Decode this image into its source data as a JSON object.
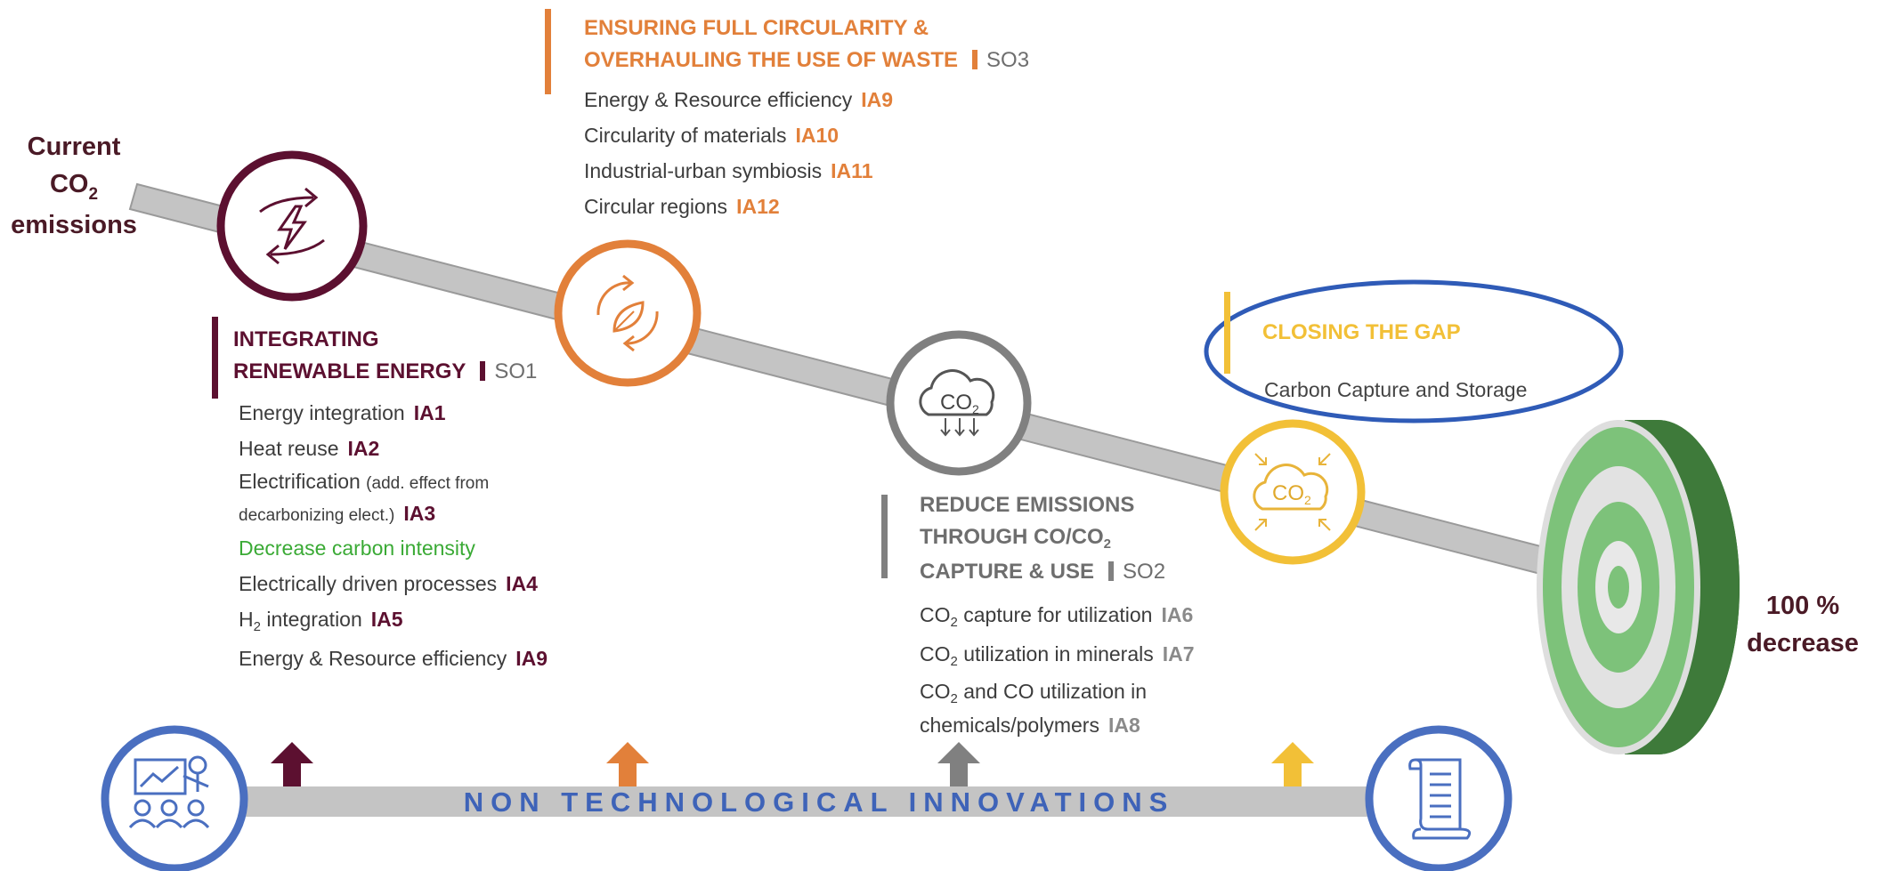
{
  "start_label": {
    "line1": "Current",
    "line2_main": "CO",
    "line2_sub": "2",
    "line3": "emissions"
  },
  "end_label": {
    "line1": "100 %",
    "line2": "decrease"
  },
  "so1": {
    "title_line1": "INTEGRATING",
    "title_line2": "RENEWABLE ENERGY",
    "code": "SO1",
    "color": "#5c1030",
    "items": [
      {
        "text": "Energy integration",
        "code": "IA1"
      },
      {
        "text": "Heat reuse",
        "code": "IA2"
      },
      {
        "text_main": "Electrification",
        "text_small": "(add. effect from",
        "text_line2": "decarbonizing elect.)",
        "code": "IA3"
      },
      {
        "text": "Decrease carbon intensity",
        "color": "#3aaa35"
      },
      {
        "text": "Electrically driven processes",
        "code": "IA4"
      },
      {
        "text_main": "H",
        "text_sub": "2",
        "text_rest": " integration",
        "code": "IA5"
      },
      {
        "text": "Energy & Resource efficiency",
        "code": "IA9"
      }
    ]
  },
  "so3": {
    "title_line1": "ENSURING FULL CIRCULARITY &",
    "title_line2": "OVERHAULING THE USE OF WASTE",
    "code": "SO3",
    "color": "#e2803a",
    "items": [
      {
        "text": "Energy & Resource efficiency",
        "code": "IA9"
      },
      {
        "text": "Circularity of materials",
        "code": "IA10"
      },
      {
        "text": "Industrial-urban symbiosis",
        "code": "IA11"
      },
      {
        "text": "Circular regions",
        "code": "IA12"
      }
    ]
  },
  "so2": {
    "title_line1": "REDUCE EMISSIONS",
    "title_line2_a": "THROUGH CO/CO",
    "title_line2_sub": "2",
    "title_line3": "CAPTURE & USE",
    "code": "SO2",
    "color": "#808080",
    "items": [
      {
        "pre": "CO",
        "sub": "2",
        "text": " capture for utilization",
        "code": "IA6"
      },
      {
        "pre": "CO",
        "sub": "2",
        "text": " utilization in minerals",
        "code": "IA7"
      },
      {
        "pre": "CO",
        "sub": "2",
        "text": " and CO utilization in",
        "text_line2": "chemicals/polymers",
        "code": "IA8"
      }
    ]
  },
  "gap": {
    "title": "CLOSING THE GAP",
    "item": "Carbon Capture and Storage",
    "color": "#f2c037",
    "highlight_color": "#2f5bb7"
  },
  "non_tech": {
    "label": "NON TECHNOLOGICAL INNOVATIONS",
    "color": "#3e63b8"
  },
  "icons": {
    "so1": "energy-swap-icon",
    "so3": "recycle-leaf-icon",
    "so2": "co2-cloud-capture-icon",
    "gap": "co2-cloud-compress-icon",
    "target": "target-icon",
    "left": "presentation-people-icon",
    "right": "scroll-document-icon"
  },
  "icon_text": {
    "co2_main": "CO",
    "co2_sub": "2"
  },
  "arrow_colors": [
    "#5c1030",
    "#e2803a",
    "#808080",
    "#f2c037"
  ]
}
